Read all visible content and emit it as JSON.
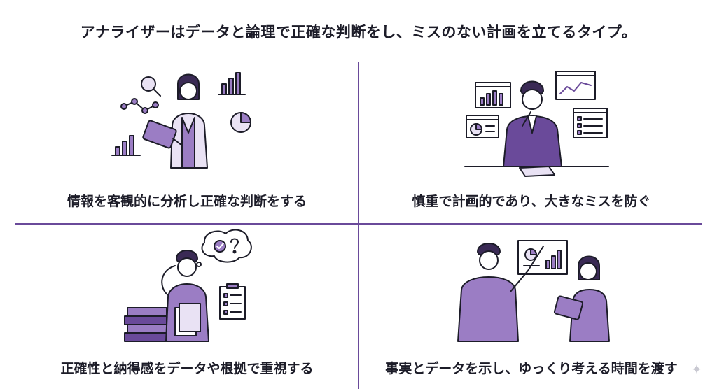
{
  "title": "アナライザーはデータと論理で正確な判断をし、ミスのない計画を立てるタイプ。",
  "quadrants": [
    {
      "caption": "情報を客観的に分析し正確な判断をする",
      "icons": [
        "woman-with-tablet",
        "magnifier-icon",
        "network-icon",
        "bar-chart-icon",
        "pie-chart-icon"
      ]
    },
    {
      "caption": "慎重で計画的であり、大きなミスを防ぐ",
      "icons": [
        "thinking-man",
        "bar-chart-window",
        "line-chart-window",
        "pie-chart-window",
        "checklist-window"
      ]
    },
    {
      "caption": "正確性と納得感をデータや根拠で重視する",
      "icons": [
        "man-scratching-head",
        "thought-bubble-check-question",
        "clipboard-checklist",
        "file-stack",
        "documents"
      ]
    },
    {
      "caption": "事実とデータを示し、ゆっくり考える時間を渡す",
      "icons": [
        "man-with-pointer",
        "woman-with-tablet",
        "presentation-board"
      ]
    }
  ],
  "colors": {
    "accent": "#6a4a9a",
    "fill": "#9b7dc4",
    "light": "#e9e2f4",
    "ink": "#1c1c28"
  }
}
